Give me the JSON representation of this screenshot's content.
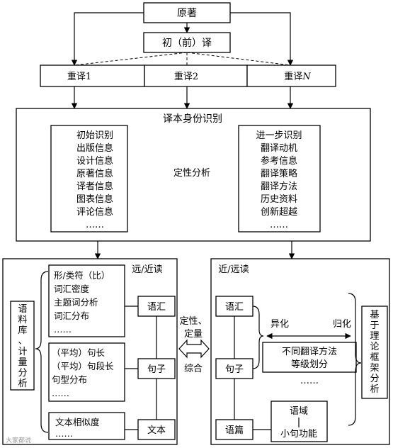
{
  "top": {
    "original": "原著",
    "first_translation": "初（前）译",
    "retranslations": [
      "重译1",
      "重译2",
      "重译"
    ],
    "retranslation_n_var": "N"
  },
  "identity": {
    "title": "译本身份识别",
    "left_list": [
      "初始识别",
      "出版信息",
      "设计信息",
      "原著信息",
      "译者信息",
      "图表信息",
      "评论信息",
      "……"
    ],
    "center_label": "定性分析",
    "right_list": [
      "进一步识别",
      "翻译动机",
      "参考信息",
      "翻译策略",
      "翻译方法",
      "历史资料",
      "创新超越",
      "……"
    ]
  },
  "left_panel": {
    "label": "远/近读",
    "side_label": [
      "语",
      "料",
      "库",
      "、",
      "计",
      "量",
      "分",
      "析"
    ],
    "group1": [
      "形/类符（比）",
      "词汇密度",
      "主题词分析",
      "词汇分布",
      "……"
    ],
    "group2": [
      "（平均）句长",
      "（平均）句段长",
      "句型分布",
      "……"
    ],
    "group3": [
      "文本相似度",
      "……"
    ],
    "levels": [
      "语汇",
      "句子",
      "文本"
    ]
  },
  "middle": {
    "lines": [
      "定性、",
      "定量"
    ],
    "bottom": "综合"
  },
  "right_panel": {
    "label": "近/远读",
    "levels": [
      "语汇",
      "句子",
      "语篇"
    ],
    "foreign": "异化",
    "domestic": "归化",
    "grading": [
      "不同翻译方法",
      "等级划分"
    ],
    "dots": "……",
    "register": "语域",
    "clause_function": "小句功能",
    "side_label": [
      "基",
      "于",
      "理",
      "论",
      "框",
      "架",
      "分",
      "析"
    ]
  },
  "watermark": "大家都说"
}
